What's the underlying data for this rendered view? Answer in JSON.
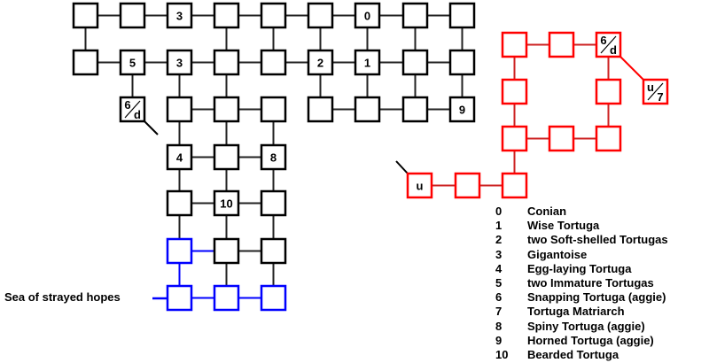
{
  "map": {
    "labels": {
      "zero": "0",
      "one": "1",
      "two": "2",
      "three": "3",
      "four": "4",
      "five": "5",
      "eight": "8",
      "nine": "9",
      "ten": "10",
      "u": "u",
      "six_d": {
        "top": "6",
        "bottom": "d"
      },
      "u_7": {
        "top": "u",
        "bottom": "7"
      }
    },
    "exit_label": "Sea of strayed hopes",
    "colors": {
      "main": "#000000",
      "exit_zone": "#0000ff",
      "side_area": "#ff0000",
      "link": "#222222"
    }
  },
  "legend": [
    {
      "num": "0",
      "name": "Conian"
    },
    {
      "num": "1",
      "name": "Wise Tortuga"
    },
    {
      "num": "2",
      "name": "two Soft-shelled Tortugas"
    },
    {
      "num": "3",
      "name": "Gigantoise"
    },
    {
      "num": "4",
      "name": "Egg-laying Tortuga"
    },
    {
      "num": "5",
      "name": "two Immature Tortugas"
    },
    {
      "num": "6",
      "name": "Snapping Tortuga (aggie)"
    },
    {
      "num": "7",
      "name": "Tortuga Matriarch"
    },
    {
      "num": "8",
      "name": "Spiny Tortuga (aggie)"
    },
    {
      "num": "9",
      "name": "Horned Tortuga (aggie)"
    },
    {
      "num": "10",
      "name": "Bearded Tortuga"
    }
  ]
}
